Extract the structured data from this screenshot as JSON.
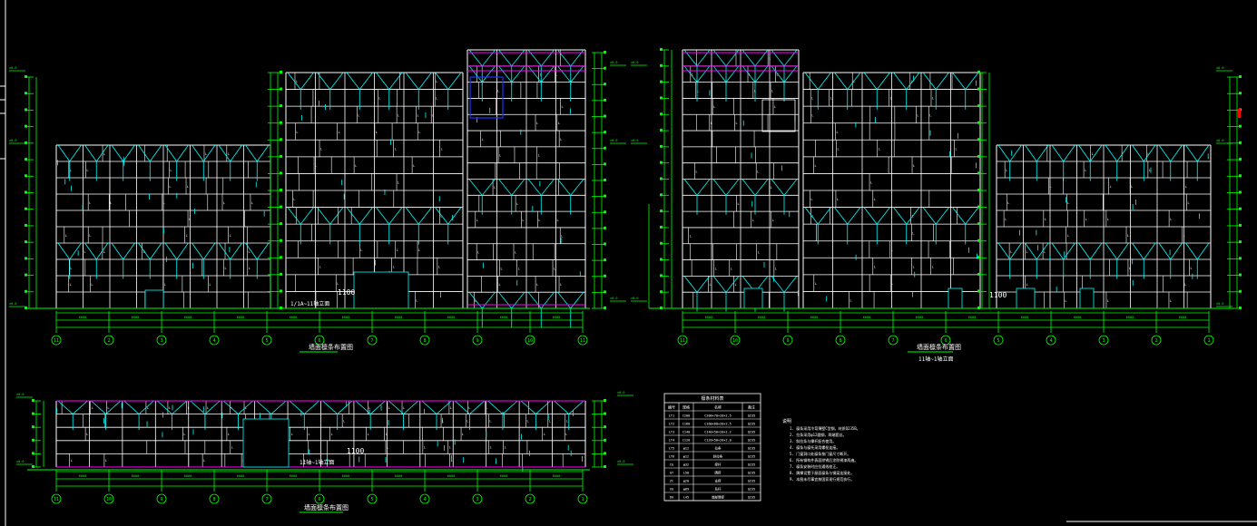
{
  "colors": {
    "background": "#000000",
    "frame": "#ffffff",
    "beam": "#ffffff",
    "dim": "#00ff00",
    "brace": "#00ffff",
    "purlin": "#ff00ff",
    "accent_blue": "#2233ff",
    "mark_red": "#ff0000"
  },
  "drawing": {
    "elevation_left": {
      "axis_labels": [
        "11",
        "2",
        "3",
        "4",
        "5",
        "6",
        "7",
        "8",
        "9",
        "10",
        "11"
      ],
      "caption": "墙面檩条布置图",
      "sub_label": "1/1A~11轴立面"
    },
    "elevation_right": {
      "axis_labels": [
        "11",
        "10",
        "9",
        "8",
        "7",
        "6",
        "5",
        "4",
        "3",
        "2",
        "1"
      ],
      "caption": "墙面檩条布置图",
      "sub_label": "11轴~1轴立面"
    },
    "elevation_bottom": {
      "axis_labels": [
        "11",
        "10",
        "9",
        "8",
        "7",
        "6",
        "5",
        "4",
        "3",
        "2",
        "1"
      ],
      "caption": "墙面檩条布置图",
      "sub_label": "11轴~1轴立面"
    },
    "door_mark": "1100",
    "table": {
      "title": "檩条材料表",
      "headers": [
        "编号",
        "规格",
        "名称",
        "备注"
      ],
      "rows": [
        [
          "LT1",
          "C200",
          "C200×70×20×2.5",
          "Q235"
        ],
        [
          "LT2",
          "C160",
          "C160×60×20×2.5",
          "Q235"
        ],
        [
          "LT3",
          "C140",
          "C140×50×20×2.2",
          "Q235"
        ],
        [
          "LT4",
          "C120",
          "C120×50×20×2.0",
          "Q235"
        ],
        [
          "LT5",
          "φ12",
          "拉条",
          "Q235"
        ],
        [
          "LT6",
          "φ12",
          "斜拉条",
          "Q235"
        ],
        [
          "CG",
          "φ32",
          "撑杆",
          "Q235"
        ],
        [
          "GT",
          "L50",
          "隅撑",
          "Q235"
        ],
        [
          "ZC",
          "φ20",
          "支撑",
          "Q235"
        ],
        [
          "XG",
          "φ89",
          "系杆",
          "Q235"
        ],
        [
          "DG",
          "L45",
          "端部隅撑",
          "Q235"
        ]
      ]
    },
    "notes": {
      "title": "说明",
      "lines": [
        "1. 檩条采用冷弯薄壁C型钢，材质Q235B。",
        "2. 拉条采用φ12圆钢，两端套丝。",
        "3. 斜拉条与撑杆配合使用。",
        "4. 檩条与檩托采用螺栓连接。",
        "5. 门窗洞口处檩条按门窗尺寸断开。",
        "6. 所有钢构件表面除锈后涂防锈漆两遍。",
        "7. 檩条安装时应拉通线校正。",
        "8. 隅撑设置于屋面檩条与钢梁连接处。",
        "9. 本图未尽事宜按国家现行规范执行。"
      ]
    }
  }
}
